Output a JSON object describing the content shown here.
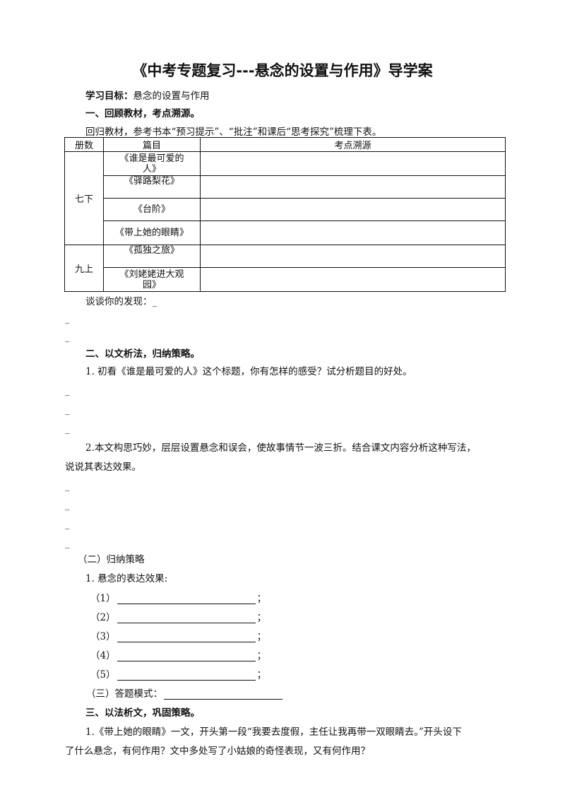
{
  "title": "《中考专题复习---悬念的设置与作用》导学案",
  "objective": {
    "label": "学习目标：",
    "text": "悬念的设置与作用"
  },
  "section1": {
    "heading": "一、回顾教材，考点溯源。",
    "instruction": "回归教材，参考书本“预习提示”、“批注”和课后“思考探究”梳理下表。",
    "table": {
      "headers": [
        "册数",
        "篇目",
        "考点溯源"
      ],
      "groups": [
        {
          "volume": "七下",
          "articles": [
            "《谁是最可爱的人》",
            "《驿路梨花》",
            "《台阶》",
            "《带上她的眼睛》"
          ]
        },
        {
          "volume": "九上",
          "articles": [
            "《孤独之旅》",
            "《刘姥姥进大观园》"
          ]
        }
      ]
    },
    "discovery": "谈谈你的发现：_"
  },
  "section2": {
    "heading": "二、以文析法，归纳策略。",
    "q1": "1. 初看《谁是最可爱的人》这个标题，你有怎样的感受？试分析题目的好处。",
    "q2_line1": "2.本文构思巧妙，层层设置悬念和误会，使故事情节一波三折。结合课文内容分析这种写法，",
    "q2_line2": "说说其表达效果。",
    "sub2_title": "（二）归纳策略",
    "effect_title": "1. 悬念的表达效果:",
    "effects": [
      "（1）",
      "（2）",
      "（3）",
      "（4）",
      "（5）"
    ],
    "semicolon": "；",
    "sub3_label": "（三）答题模式："
  },
  "section3": {
    "heading": "三、以法析文，巩固策略。",
    "q1_line1": "1.《带上她的眼睛》一文，开头第一段“我要去度假，主任让我再带一双眼睛去。”开头设下",
    "q1_line2": "了什么悬念，有何作用？文中多处写了小姑娘的奇怪表现，又有何作用？"
  },
  "dash": "_"
}
